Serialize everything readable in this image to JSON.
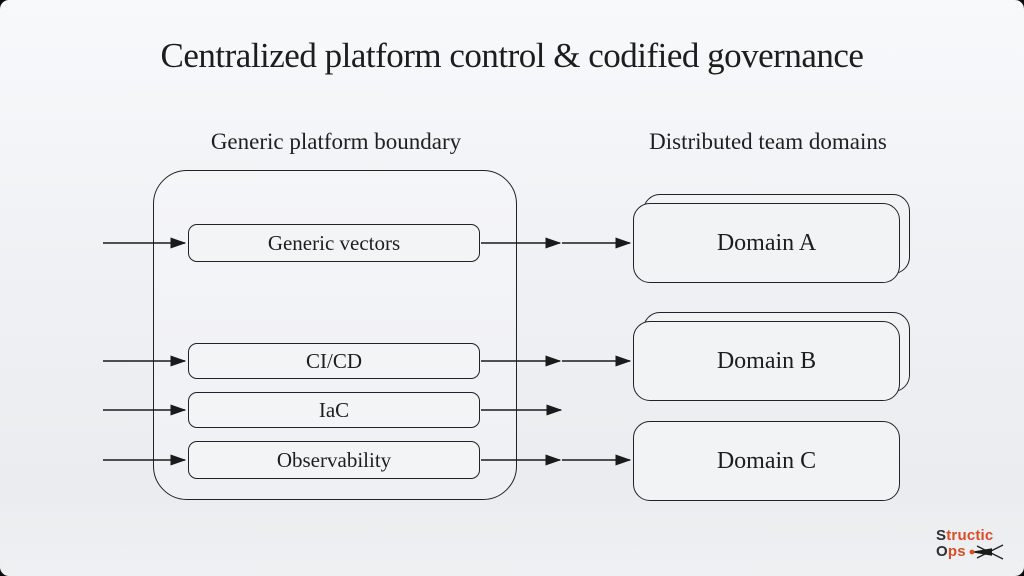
{
  "title": "Centralized platform control & codified governance",
  "platform": {
    "label": "Generic platform boundary",
    "boxes": [
      {
        "label": "Generic vectors"
      },
      {
        "label": "CI/CD"
      },
      {
        "label": "IaC"
      },
      {
        "label": "Observability"
      }
    ]
  },
  "domains": {
    "label": "Distributed team domains",
    "items": [
      {
        "label": "Domain A",
        "stacked": true
      },
      {
        "label": "Domain B",
        "stacked": true
      },
      {
        "label": "Domain C",
        "stacked": false
      }
    ]
  },
  "logo": {
    "line1_initial": "S",
    "line1_rest": "tructic",
    "line2_initial": "O",
    "line2_rest": "ps",
    "accent_color": "#d94e27",
    "dark_color": "#2f2f2f",
    "dart_icon": "dart-icon"
  },
  "colors": {
    "line": "#1a1a1a",
    "box_border": "#222222",
    "background": "#eef0f3",
    "text": "#1d1d1d"
  }
}
